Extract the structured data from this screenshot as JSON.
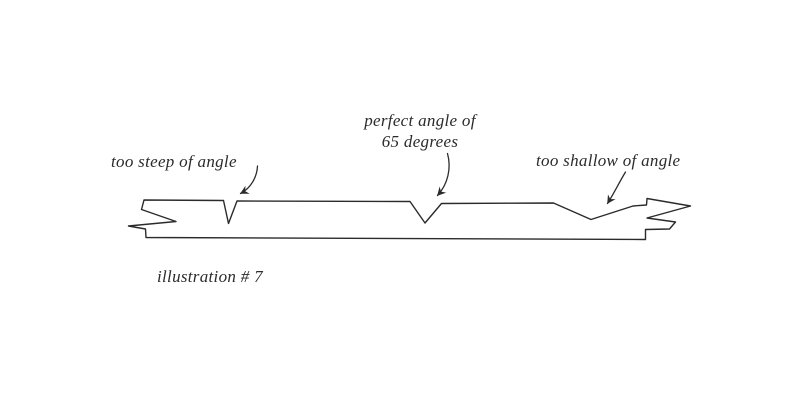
{
  "colors": {
    "ink": "#2b2b2b",
    "paper": "#ffffff"
  },
  "diagram": {
    "labels": {
      "steep": "too steep of angle",
      "perfect_line1": "perfect angle of",
      "perfect_line2": "65 degrees",
      "shallow": "too shallow of angle"
    },
    "caption": "illustration # 7"
  }
}
